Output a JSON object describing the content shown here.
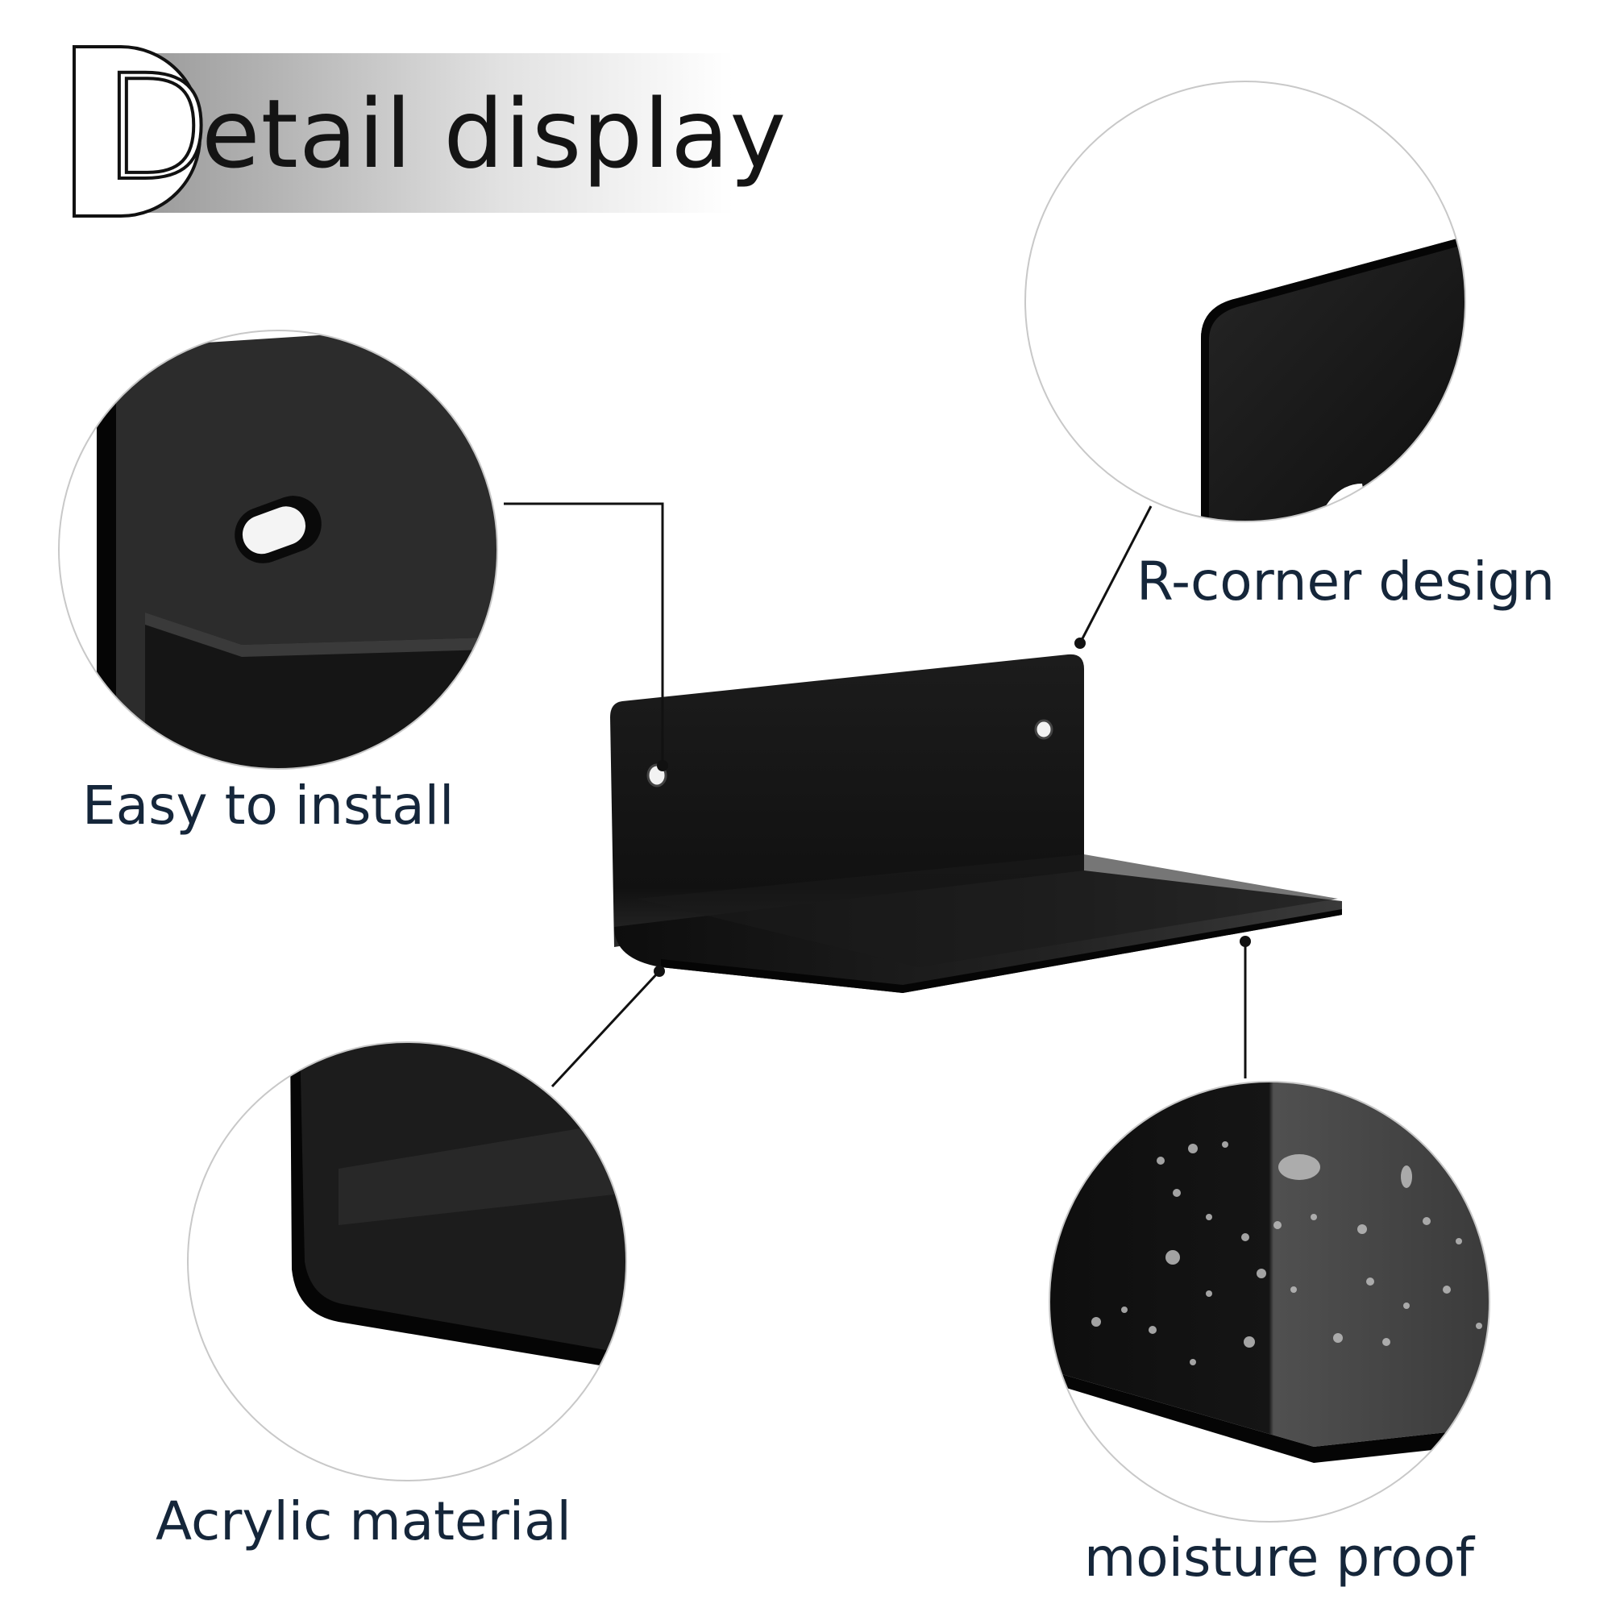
{
  "header": {
    "initial": "D",
    "rest": "etail display"
  },
  "features": {
    "easy_install": "Easy to install",
    "r_corner": "R-corner design",
    "acrylic": "Acrylic material",
    "moisture": "moisture proof"
  },
  "colors": {
    "shelf_black": "#111111",
    "label_navy": "#15263a",
    "callout_line": "#111111",
    "circle_outline": "#c8c8c8"
  }
}
